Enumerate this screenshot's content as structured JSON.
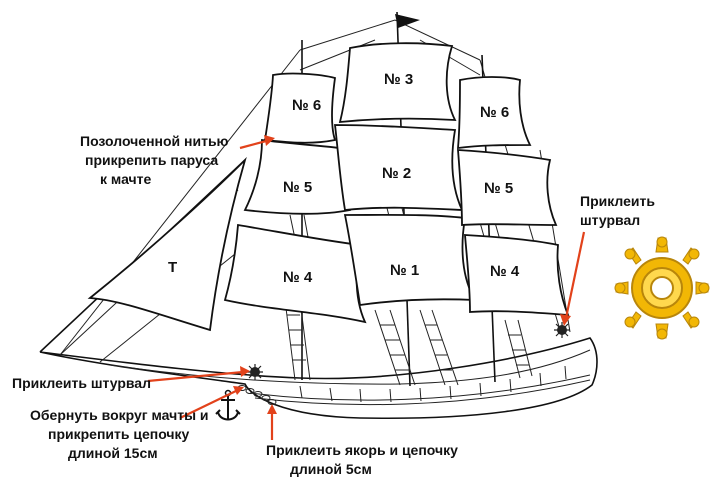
{
  "sails": {
    "s_t": "T",
    "s_fore_top": "№ 6",
    "s_fore_mid": "№ 5",
    "s_fore_low": "№ 4",
    "s_main_top": "№ 3",
    "s_main_mid": "№ 2",
    "s_main_low": "№ 1",
    "s_aft_top": "№ 6",
    "s_aft_mid": "№ 5",
    "s_aft_low": "№ 4"
  },
  "annotations": {
    "gilded_thread": [
      "Позолоченной нитью",
      "прикрепить паруса",
      "к мачте"
    ],
    "wheel_right": [
      "Приклеить",
      "штурвал"
    ],
    "wheel_left": [
      "Приклеить штурвал"
    ],
    "wrap_mast": [
      "Обернуть вокруг мачты и",
      "прикрепить цепочку",
      "длиной 15см"
    ],
    "anchor": [
      "Приклеить якорь и цепочку",
      "длиной 5см"
    ]
  },
  "colors": {
    "arrow": "#e2421b",
    "wheel_gold": "#f2b705",
    "wheel_dark": "#b8860b"
  },
  "icons": {
    "wheel": "ship-wheel-icon",
    "anchor": "anchor-icon",
    "flag": "pennant-flag-icon"
  }
}
